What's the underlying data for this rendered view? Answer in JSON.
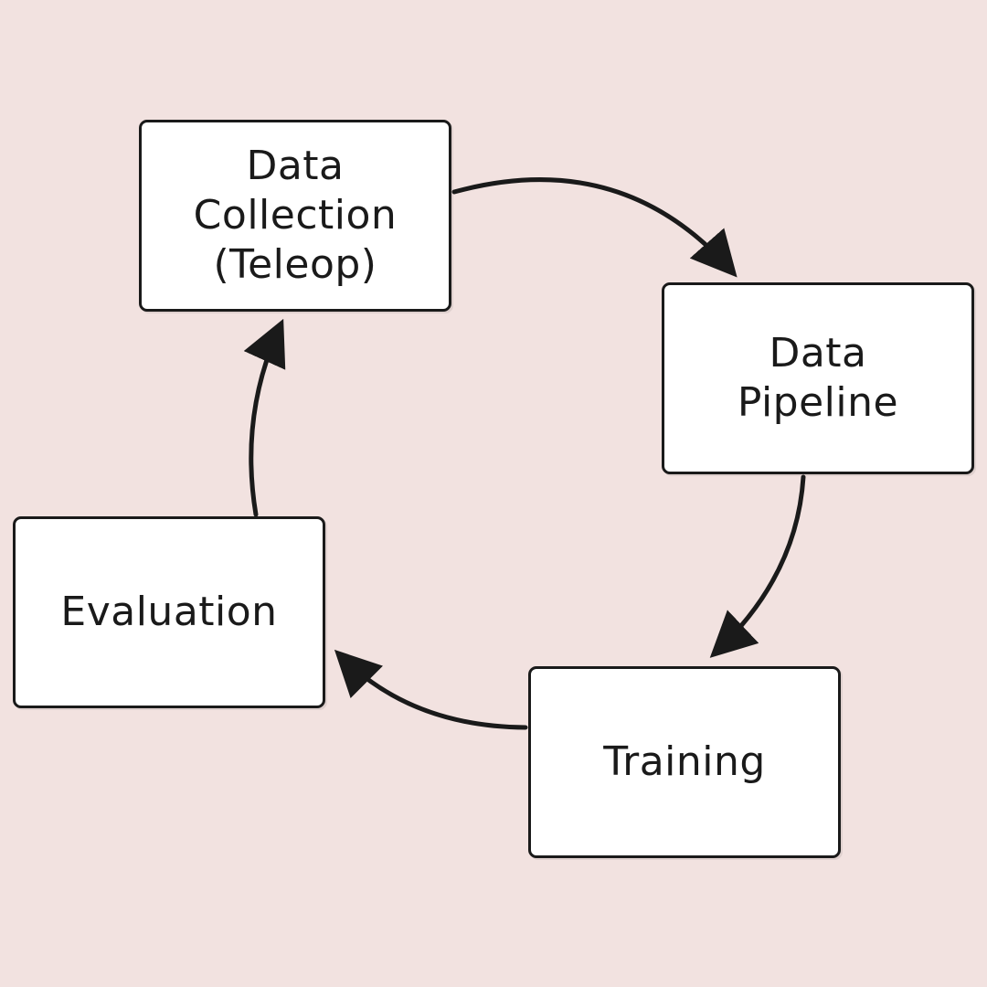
{
  "diagram": {
    "type": "cycle",
    "nodes": [
      {
        "id": "collection",
        "lines": [
          "Data",
          "Collection",
          "(Teleop)"
        ]
      },
      {
        "id": "pipeline",
        "lines": [
          "Data",
          "Pipeline"
        ]
      },
      {
        "id": "training",
        "lines": [
          "Training"
        ]
      },
      {
        "id": "evaluation",
        "lines": [
          "Evaluation"
        ]
      }
    ],
    "edges": [
      {
        "from": "collection",
        "to": "pipeline"
      },
      {
        "from": "pipeline",
        "to": "training"
      },
      {
        "from": "training",
        "to": "evaluation"
      },
      {
        "from": "evaluation",
        "to": "collection"
      }
    ],
    "colors": {
      "background": "#f2e2e0",
      "node_fill": "#ffffff",
      "stroke": "#1a1a1a"
    }
  }
}
